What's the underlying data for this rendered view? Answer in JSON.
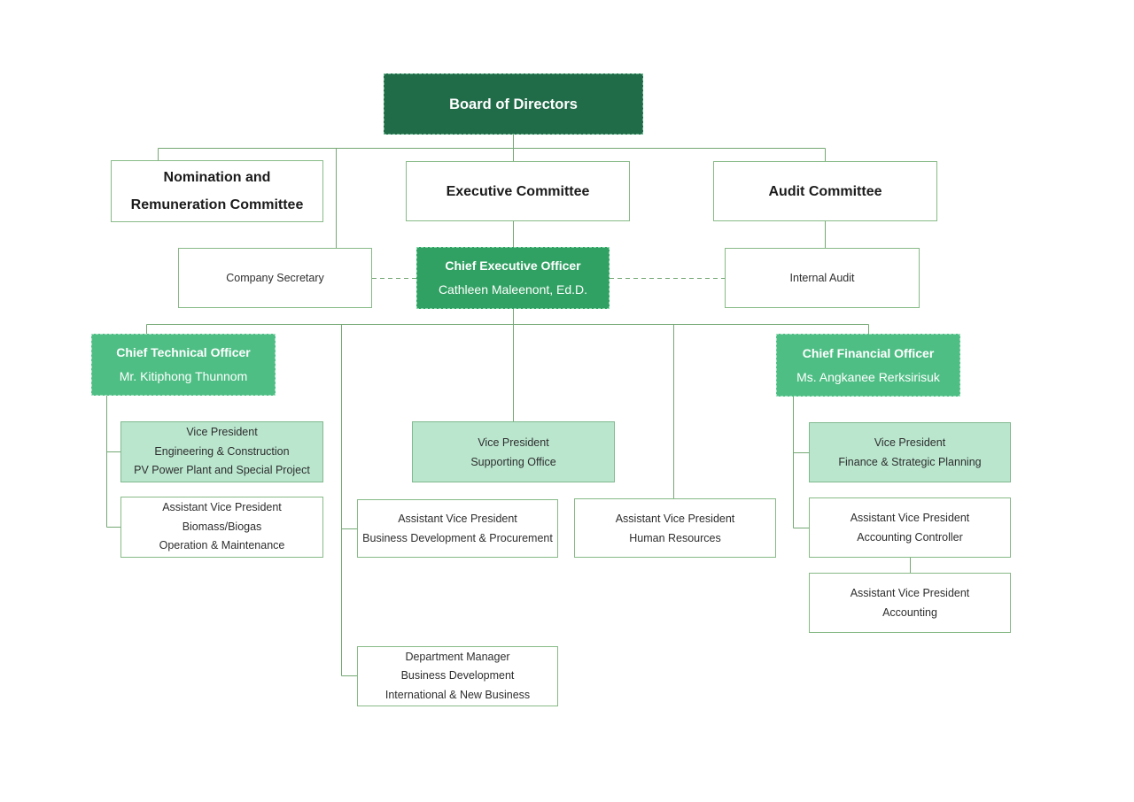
{
  "colors": {
    "board_fill": "#206b48",
    "board_border": "#6db890",
    "ceo_fill": "#31a163",
    "ceo_border": "#8fd8ae",
    "officer_fill": "#4ebe84",
    "officer_border": "#a8e2c4",
    "mint_fill": "#bae6ce",
    "mint_border": "#80b98e",
    "box_border": "#87ba87",
    "connector": "#74a874",
    "text_dark": "#2e2e2e",
    "text_black": "#1b1b1b"
  },
  "nodes": {
    "board": {
      "title": "Board of Directors"
    },
    "nomination": {
      "line1": "Nomination and",
      "line2": "Remuneration Committee"
    },
    "executive": {
      "title": "Executive Committee"
    },
    "audit": {
      "title": "Audit Committee"
    },
    "company_secretary": {
      "title": "Company Secretary"
    },
    "ceo": {
      "title": "Chief Executive Officer",
      "name": "Cathleen Maleenont, Ed.D."
    },
    "internal_audit": {
      "title": "Internal Audit"
    },
    "cto": {
      "title": "Chief Technical Officer",
      "name": "Mr. Kitiphong Thunnom"
    },
    "cfo": {
      "title": "Chief Financial Officer",
      "name": "Ms. Angkanee Rerksirisuk"
    },
    "vp_engineering": {
      "line1": "Vice President",
      "line2": "Engineering & Construction",
      "line3": "PV Power Plant and Special Project"
    },
    "avp_biomass": {
      "line1": "Assistant Vice President",
      "line2": "Biomass/Biogas",
      "line3": "Operation & Maintenance"
    },
    "vp_supporting": {
      "line1": "Vice President",
      "line2": "Supporting Office"
    },
    "avp_business_dev": {
      "line1": "Assistant Vice President",
      "line2": "Business Development & Procurement"
    },
    "avp_hr": {
      "line1": "Assistant Vice President",
      "line2": "Human Resources"
    },
    "vp_finance": {
      "line1": "Vice President",
      "line2": "Finance & Strategic Planning"
    },
    "avp_accounting_controller": {
      "line1": "Assistant Vice President",
      "line2": "Accounting Controller"
    },
    "avp_accounting": {
      "line1": "Assistant Vice President",
      "line2": "Accounting"
    },
    "dept_manager_bd": {
      "line1": "Department Manager",
      "line2": "Business Development",
      "line3": "International & New Business"
    }
  }
}
